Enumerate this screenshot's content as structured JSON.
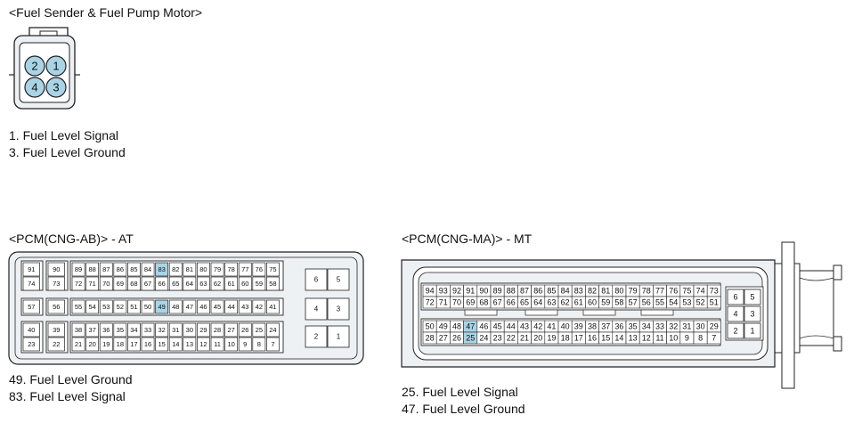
{
  "fuel_sender": {
    "title": "<Fuel Sender & Fuel Pump Motor>",
    "pins": [
      "2",
      "1",
      "4",
      "3"
    ],
    "notes": [
      "1. Fuel Level Signal",
      "3. Fuel Level Ground"
    ]
  },
  "pcm_ab": {
    "title": "<PCM(CNG-AB)> - AT",
    "highlight": [
      "83",
      "49"
    ],
    "rows": [
      [
        "91",
        "90",
        "89",
        "88",
        "87",
        "86",
        "85",
        "84",
        "83",
        "82",
        "81",
        "80",
        "79",
        "78",
        "77",
        "76",
        "75"
      ],
      [
        "74",
        "73",
        "72",
        "71",
        "70",
        "69",
        "68",
        "67",
        "66",
        "65",
        "64",
        "63",
        "62",
        "61",
        "60",
        "59",
        "58"
      ],
      [
        "57",
        "56",
        "55",
        "54",
        "53",
        "52",
        "51",
        "50",
        "49",
        "48",
        "47",
        "46",
        "45",
        "44",
        "43",
        "42",
        "41"
      ],
      [
        "40",
        "39",
        "38",
        "37",
        "36",
        "35",
        "34",
        "33",
        "32",
        "31",
        "30",
        "29",
        "28",
        "27",
        "26",
        "25",
        "24"
      ],
      [
        "23",
        "22",
        "21",
        "20",
        "19",
        "18",
        "17",
        "16",
        "15",
        "14",
        "13",
        "12",
        "11",
        "10",
        "9",
        "8",
        "7"
      ]
    ],
    "aux": [
      [
        "6",
        "5"
      ],
      [
        "4",
        "3"
      ],
      [
        "2",
        "1"
      ]
    ],
    "notes": [
      "49. Fuel Level Ground",
      "83. Fuel Level Signal"
    ]
  },
  "pcm_ma": {
    "title": "<PCM(CNG-MA)> - MT",
    "highlight": [
      "47",
      "25"
    ],
    "rows": [
      [
        "94",
        "93",
        "92",
        "91",
        "90",
        "89",
        "88",
        "87",
        "86",
        "85",
        "84",
        "83",
        "82",
        "81",
        "80",
        "79",
        "78",
        "77",
        "76",
        "75",
        "74",
        "73"
      ],
      [
        "72",
        "71",
        "70",
        "69",
        "68",
        "67",
        "66",
        "65",
        "64",
        "63",
        "62",
        "61",
        "60",
        "59",
        "58",
        "57",
        "56",
        "55",
        "54",
        "53",
        "52",
        "51"
      ],
      [
        "50",
        "49",
        "48",
        "47",
        "46",
        "45",
        "44",
        "43",
        "42",
        "41",
        "40",
        "39",
        "38",
        "37",
        "36",
        "35",
        "34",
        "33",
        "32",
        "31",
        "30",
        "29"
      ],
      [
        "28",
        "27",
        "26",
        "25",
        "24",
        "23",
        "22",
        "21",
        "20",
        "19",
        "18",
        "17",
        "16",
        "15",
        "14",
        "13",
        "12",
        "11",
        "10",
        "9",
        "8",
        "7"
      ]
    ],
    "aux": [
      [
        "6",
        "5"
      ],
      [
        "4",
        "3"
      ],
      [
        "2",
        "1"
      ]
    ],
    "notes": [
      "25. Fuel Level Signal",
      "47. Fuel Level Ground"
    ]
  },
  "colors": {
    "highlight": "#a9d4e6",
    "pin_fill": "#a9d4e6",
    "body": "#eef1f4",
    "line": "#222222"
  }
}
